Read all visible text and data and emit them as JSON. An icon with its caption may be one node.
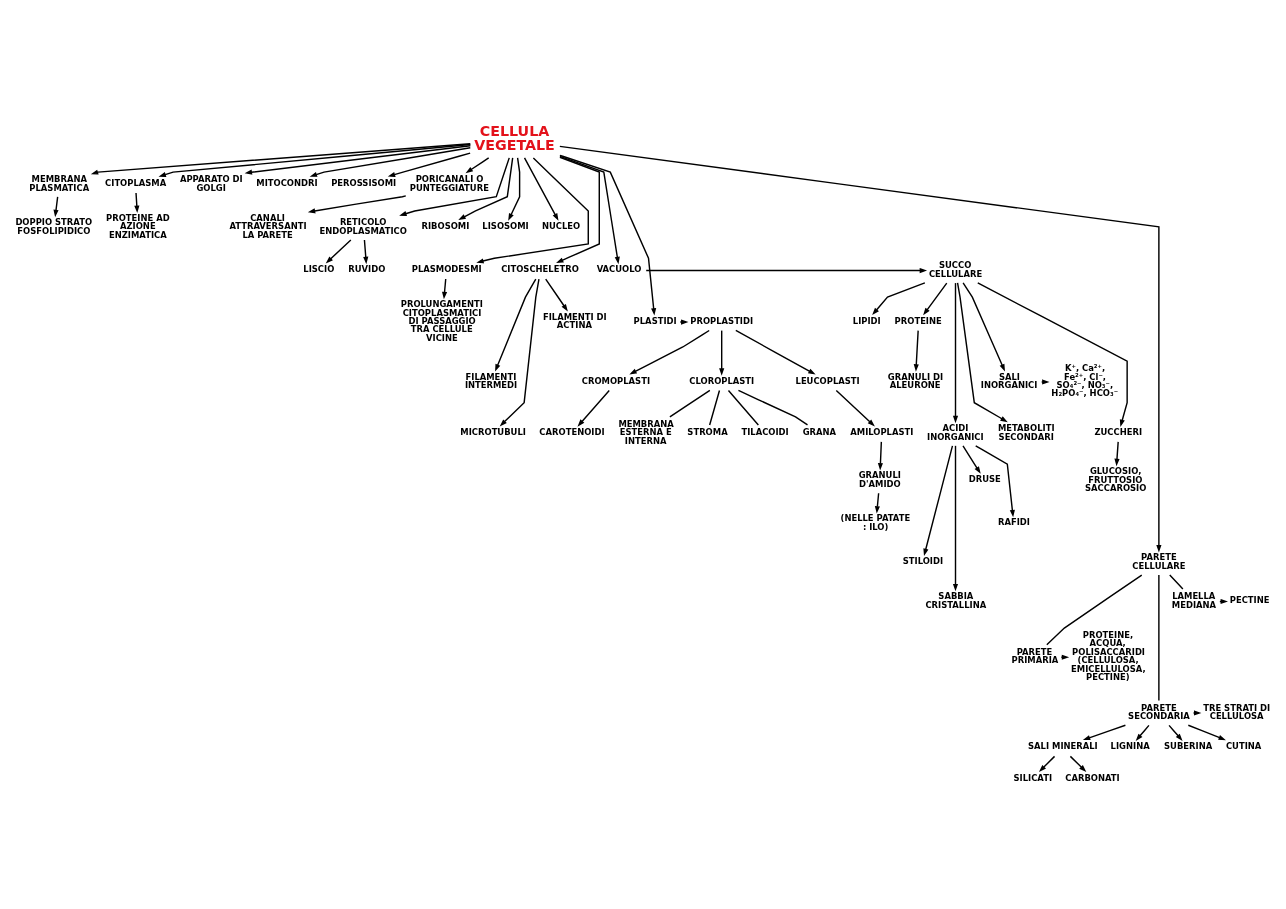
{
  "diagram": {
    "nodes": [
      {
        "text": [
          "CELLULA VEGETALE"
        ]
      },
      {
        "text": [
          "MEMBRANA PLASMATICA"
        ]
      },
      {
        "text": [
          "CITOPLASMA"
        ]
      },
      {
        "text": [
          "APPARATO DI GOLGI"
        ]
      },
      {
        "text": [
          "MITOCONDRI"
        ]
      },
      {
        "text": [
          "PEROSSISOMI"
        ]
      },
      {
        "text": [
          "PORICANALI O PUNTEGGIATURE"
        ]
      },
      {
        "text": [
          "DOPPIO STRATO FOSFOLIPIDICO"
        ]
      },
      {
        "text": [
          "PROTEINE AD AZIONE ENZIMATICA"
        ]
      },
      {
        "text": [
          "RETICOLO ENDOPLASMATICO"
        ]
      },
      {
        "text": [
          "RIBOSOMI"
        ]
      },
      {
        "text": [
          "LISOSOMI"
        ]
      },
      {
        "text": [
          "CANALI ATTRAVERSANTI LA PARETE"
        ]
      },
      {
        "text": [
          "NUCLEO"
        ]
      },
      {
        "text": [
          "LISCIO"
        ]
      },
      {
        "text": [
          "RUVIDO"
        ]
      },
      {
        "text": [
          "PLASMODESMI"
        ]
      },
      {
        "text": [
          "FILAMENTI DI ACTINA"
        ]
      },
      {
        "text": [
          "PROLUNGAMENTI CITOPLASMATICI DI PASSAGGIO TRA CELLULE VICINE"
        ]
      },
      {
        "text": [
          "FILAMENTI INTERMEDI"
        ]
      },
      {
        "text": [
          "CITOSCHELETRO"
        ]
      },
      {
        "text": [
          "SUCCO CELLULARE"
        ]
      },
      {
        "text": [
          "VACUOLO"
        ]
      },
      {
        "text": [
          "LIPIDI"
        ]
      },
      {
        "text": [
          "PROTEINE"
        ]
      },
      {
        "text": [
          "MICROTUBULI"
        ]
      },
      {
        "text": [
          "GRANULI DI ALEURONE"
        ]
      },
      {
        "text": [
          "PROPLASTIDI"
        ]
      },
      {
        "text": [
          "PLASTIDI"
        ]
      },
      {
        "text": [
          "DRUSE"
        ]
      },
      {
        "text": [
          "ACIDI INORGANICI"
        ]
      },
      {
        "text": [
          "METABOLITI SECONDARI"
        ]
      },
      {
        "text": [
          "K⁺, Ca²⁺, Fe²⁺, Cl⁻, SO₄²⁻, NO₃⁻, H₂PO₄⁻, HCO₃⁻"
        ]
      },
      {
        "text": [
          "SALI INORGANICI"
        ]
      },
      {
        "text": [
          "RAFIDI"
        ]
      },
      {
        "text": [
          "ZUCCHERI"
        ]
      },
      {
        "text": [
          "STILOIDI"
        ]
      },
      {
        "text": [
          "GLUCOSIO, FRUTTOSIO SACCAROSIO"
        ]
      },
      {
        "text": [
          "SABBIA CRISTALLINA"
        ]
      },
      {
        "text": [
          "CLOROPLASTI"
        ]
      },
      {
        "text": [
          "LEUCOPLASTI"
        ]
      },
      {
        "text": [
          "CROMOPLASTI"
        ]
      },
      {
        "text": [
          "STROMA"
        ]
      },
      {
        "text": [
          "TILACOIDI"
        ]
      },
      {
        "text": [
          "GRANA"
        ]
      },
      {
        "text": [
          "MEMBRANA ESTERNA E INTERNA"
        ]
      },
      {
        "text": [
          "CAROTENOIDI"
        ]
      },
      {
        "text": [
          "AMILOPLASTI"
        ]
      },
      {
        "text": [
          "GRANULI D'AMIDO"
        ]
      },
      {
        "text": [
          "(NELLE PATATE : ILO)"
        ]
      },
      {
        "text": [
          "PARETE CELLULARE"
        ]
      },
      {
        "text": [
          "PECTINE"
        ]
      },
      {
        "text": [
          "LAMELLA MEDIANA"
        ]
      },
      {
        "text": [
          "PROTEINE, ACQUA, POLISACCARIDI (CELLULOSA, EMICELLULOSA, PECTINE)"
        ]
      },
      {
        "text": [
          "PARETE PRIMARIA"
        ]
      },
      {
        "text": [
          "TRE STRATI DI CELLULOSA"
        ]
      },
      {
        "text": [
          "PARETE SECONDARIA"
        ]
      },
      {
        "text": [
          "SALI MINERALI"
        ]
      },
      {
        "text": [
          "LIGNINA"
        ]
      },
      {
        "text": [
          "SUBERINA"
        ]
      },
      {
        "text": [
          "CUTINA"
        ]
      },
      {
        "text": [
          "SILICATI"
        ]
      },
      {
        "text": [
          "CARBONATI"
        ]
      }
    ],
    "edges": [
      {
        "from": 0,
        "to": 1,
        "arrow": "to"
      },
      {
        "from": 0,
        "to": 2,
        "arrow": "to"
      },
      {
        "from": 0,
        "to": 3,
        "arrow": "to"
      },
      {
        "from": 0,
        "to": 4,
        "arrow": "to"
      },
      {
        "from": 0,
        "to": 5,
        "arrow": "to"
      },
      {
        "from": 0,
        "to": 6,
        "arrow": "to"
      },
      {
        "from": 0,
        "to": 13,
        "arrow": "to"
      },
      {
        "from": 0,
        "to": 9,
        "arrow": "to"
      },
      {
        "from": 0,
        "to": 10,
        "arrow": "to"
      },
      {
        "from": 0,
        "to": 11,
        "arrow": "to"
      },
      {
        "from": 0,
        "to": 20,
        "arrow": "to"
      },
      {
        "from": 0,
        "to": 22,
        "arrow": "to"
      },
      {
        "from": 0,
        "to": 16,
        "arrow": "to"
      },
      {
        "from": 0,
        "to": 28,
        "arrow": "to"
      },
      {
        "from": 0,
        "to": 50,
        "arrow": "to"
      },
      {
        "from": 1,
        "to": 7,
        "arrow": "to"
      },
      {
        "from": 2,
        "to": 8,
        "arrow": "to"
      },
      {
        "from": 6,
        "to": 12,
        "arrow": "to"
      },
      {
        "from": 9,
        "to": 14,
        "arrow": "to"
      },
      {
        "from": 9,
        "to": 15,
        "arrow": "to"
      },
      {
        "from": 16,
        "to": 18,
        "arrow": "to"
      },
      {
        "from": 20,
        "to": 17,
        "arrow": "to"
      },
      {
        "from": 20,
        "to": 19,
        "arrow": "to"
      },
      {
        "from": 20,
        "to": 25,
        "arrow": "to"
      },
      {
        "from": 22,
        "to": 21,
        "arrow": "to"
      },
      {
        "from": 21,
        "to": 23,
        "arrow": "to"
      },
      {
        "from": 21,
        "to": 24,
        "arrow": "to"
      },
      {
        "from": 21,
        "to": 33,
        "arrow": "to"
      },
      {
        "from": 21,
        "to": 31,
        "arrow": "to"
      },
      {
        "from": 21,
        "to": 30,
        "arrow": "to"
      },
      {
        "from": 21,
        "to": 35,
        "arrow": "to"
      },
      {
        "from": 24,
        "to": 26,
        "arrow": "to"
      },
      {
        "from": 33,
        "to": 32,
        "arrow": "to"
      },
      {
        "from": 30,
        "to": 29,
        "arrow": "to"
      },
      {
        "from": 30,
        "to": 34,
        "arrow": "to"
      },
      {
        "from": 30,
        "to": 36,
        "arrow": "to"
      },
      {
        "from": 30,
        "to": 38,
        "arrow": "to"
      },
      {
        "from": 35,
        "to": 37,
        "arrow": "to"
      },
      {
        "from": 28,
        "to": 27,
        "arrow": "to"
      },
      {
        "from": 27,
        "to": 39,
        "arrow": "to"
      },
      {
        "from": 27,
        "to": 40,
        "arrow": "to"
      },
      {
        "from": 27,
        "to": 41,
        "arrow": "to"
      },
      {
        "from": 39,
        "to": 42,
        "arrow": "none"
      },
      {
        "from": 39,
        "to": 43,
        "arrow": "none"
      },
      {
        "from": 39,
        "to": 44,
        "arrow": "none"
      },
      {
        "from": 39,
        "to": 45,
        "arrow": "none"
      },
      {
        "from": 40,
        "to": 47,
        "arrow": "to"
      },
      {
        "from": 47,
        "to": 48,
        "arrow": "to"
      },
      {
        "from": 48,
        "to": 49,
        "arrow": "to"
      },
      {
        "from": 41,
        "to": 46,
        "arrow": "to"
      },
      {
        "from": 50,
        "to": 52,
        "arrow": "none"
      },
      {
        "from": 50,
        "to": 54,
        "arrow": "none"
      },
      {
        "from": 50,
        "to": 56,
        "arrow": "none"
      },
      {
        "from": 52,
        "to": 51,
        "arrow": "to"
      },
      {
        "from": 54,
        "to": 53,
        "arrow": "to"
      },
      {
        "from": 56,
        "to": 55,
        "arrow": "to"
      },
      {
        "from": 56,
        "to": 57,
        "arrow": "to"
      },
      {
        "from": 56,
        "to": 58,
        "arrow": "to"
      },
      {
        "from": 56,
        "to": 59,
        "arrow": "to"
      },
      {
        "from": 56,
        "to": 60,
        "arrow": "to"
      },
      {
        "from": 57,
        "to": 61,
        "arrow": "to"
      },
      {
        "from": 57,
        "to": 62,
        "arrow": "to"
      }
    ]
  }
}
